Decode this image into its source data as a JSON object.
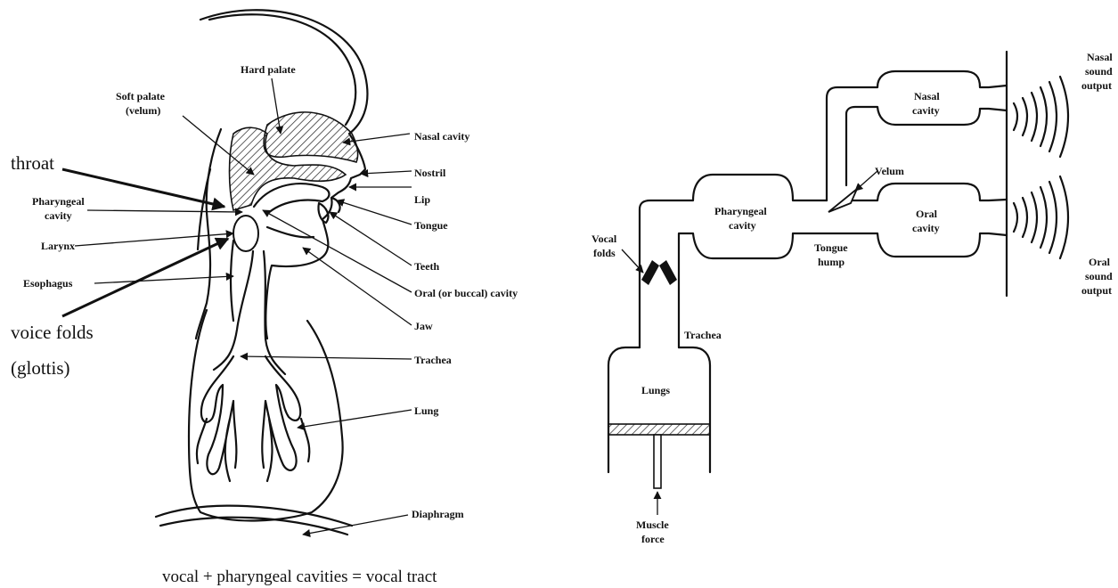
{
  "left_diagram": {
    "labels": {
      "hard_palate": "Hard palate",
      "soft_palate_1": "Soft palate",
      "soft_palate_2": "(velum)",
      "nasal_cavity": "Nasal cavity",
      "nostril": "Nostril",
      "lip": "Lip",
      "tongue": "Tongue",
      "teeth": "Teeth",
      "oral_cavity": "Oral (or buccal) cavity",
      "jaw": "Jaw",
      "trachea": "Trachea",
      "lung": "Lung",
      "diaphragm": "Diaphragm",
      "pharyngeal_1": "Pharyngeal",
      "pharyngeal_2": "cavity",
      "larynx": "Larynx",
      "esophagus": "Esophagus"
    },
    "annotations": {
      "throat": "throat",
      "voice_folds": "voice folds",
      "glottis": "(glottis)",
      "caption": "vocal + pharyngeal cavities = vocal tract"
    }
  },
  "right_diagram": {
    "labels": {
      "nasal_output_1": "Nasal",
      "nasal_output_2": "sound",
      "nasal_output_3": "output",
      "nasal_cavity_1": "Nasal",
      "nasal_cavity_2": "cavity",
      "velum": "Velum",
      "pharyngeal_1": "Pharyngeal",
      "pharyngeal_2": "cavity",
      "oral_cavity_1": "Oral",
      "oral_cavity_2": "cavity",
      "tongue_hump_1": "Tongue",
      "tongue_hump_2": "hump",
      "oral_output_1": "Oral",
      "oral_output_2": "sound",
      "oral_output_3": "output",
      "vocal_folds_1": "Vocal",
      "vocal_folds_2": "folds",
      "trachea": "Trachea",
      "lungs": "Lungs",
      "muscle_1": "Muscle",
      "muscle_2": "force"
    }
  }
}
